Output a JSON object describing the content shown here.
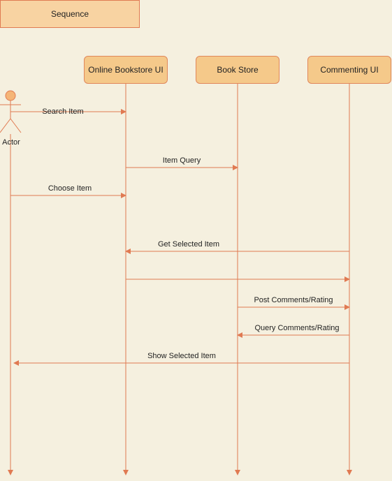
{
  "frame": {
    "label": "Sequence"
  },
  "actor": {
    "label": "Actor"
  },
  "participants": [
    {
      "id": "ui",
      "label": "Online Bookstore UI"
    },
    {
      "id": "store",
      "label": "Book Store"
    },
    {
      "id": "comment",
      "label": "Commenting UI"
    }
  ],
  "messages": [
    {
      "from": "actor",
      "to": "ui",
      "label": "Search Item"
    },
    {
      "from": "ui",
      "to": "store",
      "label": "Item Query"
    },
    {
      "from": "actor",
      "to": "ui",
      "label": "Choose Item"
    },
    {
      "from": "comment",
      "to": "ui",
      "label": "Get Selected Item"
    },
    {
      "from": "ui",
      "to": "comment",
      "label": ""
    },
    {
      "from": "store",
      "to": "comment",
      "label": "Post Comments/Rating"
    },
    {
      "from": "comment",
      "to": "store",
      "label": "Query Comments/Rating"
    },
    {
      "from": "comment",
      "to": "actor",
      "label": "Show Selected Item"
    }
  ],
  "colors": {
    "line": "#e07a52",
    "participant_fill": "#f5c98a",
    "background": "#f5f0df"
  }
}
